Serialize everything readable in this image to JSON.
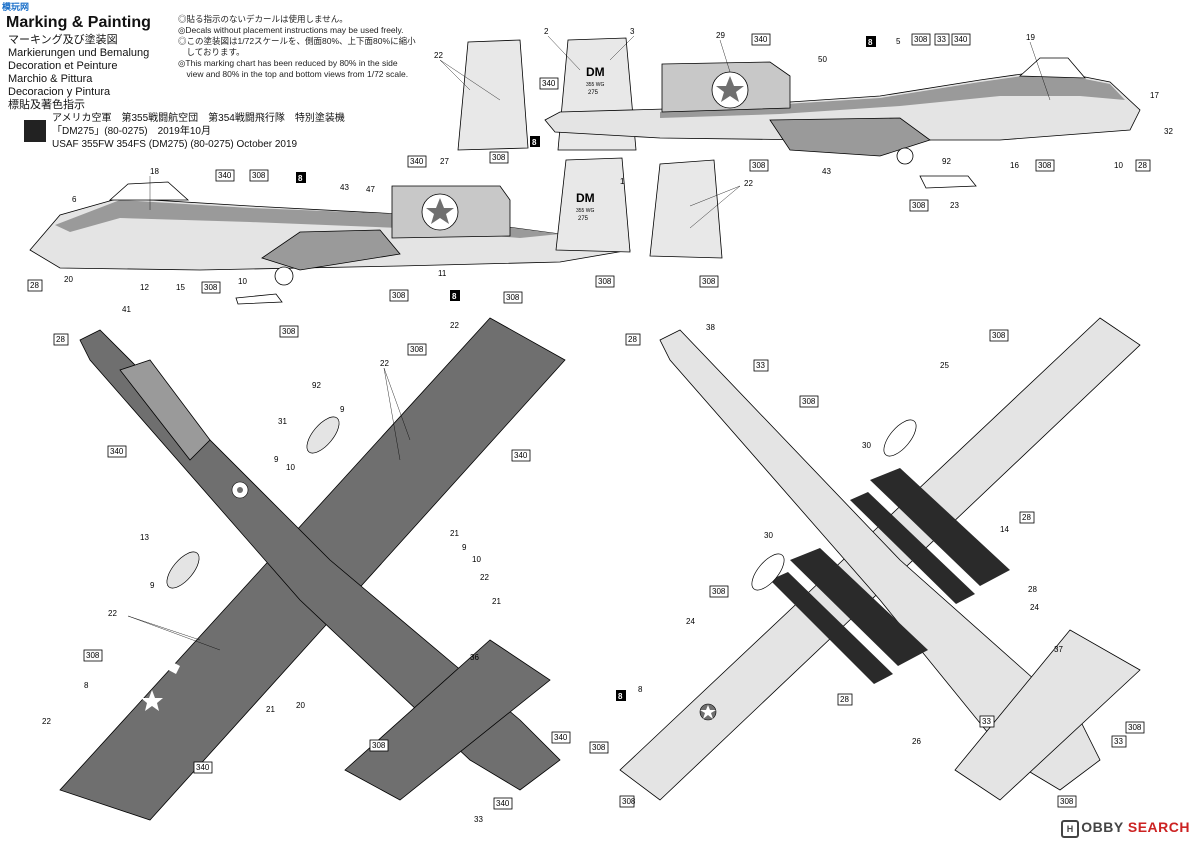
{
  "site_logo": "模玩网",
  "header": {
    "title": "Marking & Painting",
    "lines": [
      "マーキング及び塗装図",
      "Markierungen und Bemalung",
      "Decoration et Peinture",
      "Marchio & Pittura",
      "Decoracion y Pintura",
      "標貼及著色指示"
    ]
  },
  "notes": [
    "◎貼る指示のないデカールは使用しません。",
    "◎Decals without placement instructions may be used freely.",
    "◎この塗装図は1/72スケールを、側面80%、上下面80%に縮小",
    "　しております。",
    "◎This marking chart has been reduced by 80% in the side",
    "　view and 80% in the top and bottom views from 1/72 scale."
  ],
  "caption": {
    "lines": [
      "アメリカ空軍　第355戦闘航空団　第354戦闘飛行隊　特別塗装機",
      "「DM275」(80-0275)　2019年10月",
      "USAF 355FW 354FS (DM275) (80-0275) October 2019"
    ]
  },
  "aircraft_text": {
    "dm": "DM",
    "wing": "355 WG",
    "serial": "275"
  },
  "watermark": {
    "brand1": "H",
    "brand2": "OBBY",
    "brand3": "SEARCH"
  },
  "callouts": {
    "plain": [
      "2",
      "3",
      "29",
      "5",
      "19",
      "22",
      "50",
      "17",
      "32",
      "16",
      "10",
      "92",
      "43",
      "23",
      "18",
      "6",
      "43",
      "47",
      "27",
      "1",
      "22",
      "20",
      "12",
      "15",
      "10",
      "11",
      "41",
      "22",
      "92",
      "9",
      "9",
      "10",
      "31",
      "22",
      "21",
      "9",
      "10",
      "22",
      "21",
      "13",
      "9",
      "22",
      "21",
      "20",
      "36",
      "22",
      "33",
      "38",
      "25",
      "30",
      "14",
      "30",
      "24",
      "24",
      "28",
      "37",
      "26",
      "8",
      "8"
    ],
    "boxed": [
      "340",
      "308",
      "33",
      "8",
      "28"
    ]
  },
  "colors": {
    "dark_gray": "#6f6f6f",
    "mid_gray": "#9a9a9a",
    "light_gray": "#e4e4e4",
    "stripe": "#2a2a2a"
  }
}
